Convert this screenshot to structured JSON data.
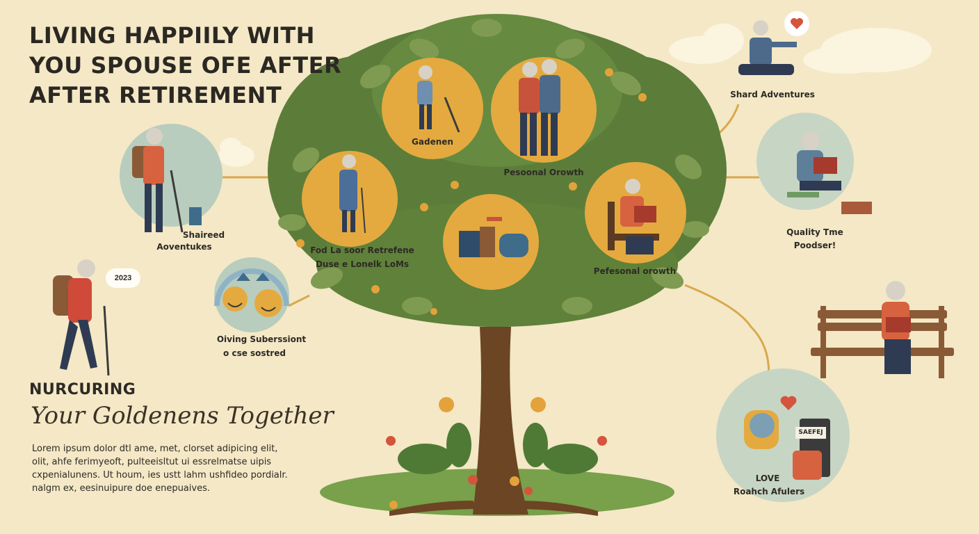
{
  "title": {
    "line1": "LIVING HAPPIILY WITH",
    "line2": "YOU SPOUSE OFE AFTER",
    "line3": "AFTER RETIREMENT"
  },
  "tree_circles": [
    {
      "label": "Gadenen"
    },
    {
      "label": "Pesoonal Orowth"
    },
    {
      "label_line1": "Fod La soor Retrefene",
      "label_line2": "Duse e Lonelk LoMs"
    },
    {
      "label": ""
    },
    {
      "label": "Pefesonal orowth"
    }
  ],
  "left_items": {
    "adventures": {
      "line1": "Shaireed",
      "line2": "Aoventukes"
    },
    "speech_bubble": "2023",
    "supersession": {
      "line1": "Oiving Suberssiont",
      "line2": "o cse sostred"
    }
  },
  "right_items": {
    "shared_adventures": "Shard Adventures",
    "quality_time": {
      "line1": "Quality Tme",
      "line2": "Poodser!"
    },
    "love": {
      "line1": "LOVE",
      "line2": "Roahch Afulers"
    },
    "sign_text": "SAEFEJ"
  },
  "nurturing": {
    "heading": "NURCURING",
    "script": "Your Goldenens Together"
  },
  "body": {
    "line1": "Lorem ipsum dolor dtl ame, met, clorset adipicing elit,",
    "line2": "olit, ahfe ferimyeoft, pulteeisltut ui essrelmatse uipis",
    "line3": "cxpenialunens. Ut houm, ies ustt lahm ushfideo pordialr.",
    "line4": "nalgm ex, eesinuipure doe enepuaives."
  },
  "colors": {
    "background": "#f4e8c6",
    "leaf_dark": "#5c7d3a",
    "leaf_light": "#7f9b52",
    "trunk": "#6b4524",
    "circle": "#e4aa3f",
    "accent_red": "#d4543d"
  }
}
